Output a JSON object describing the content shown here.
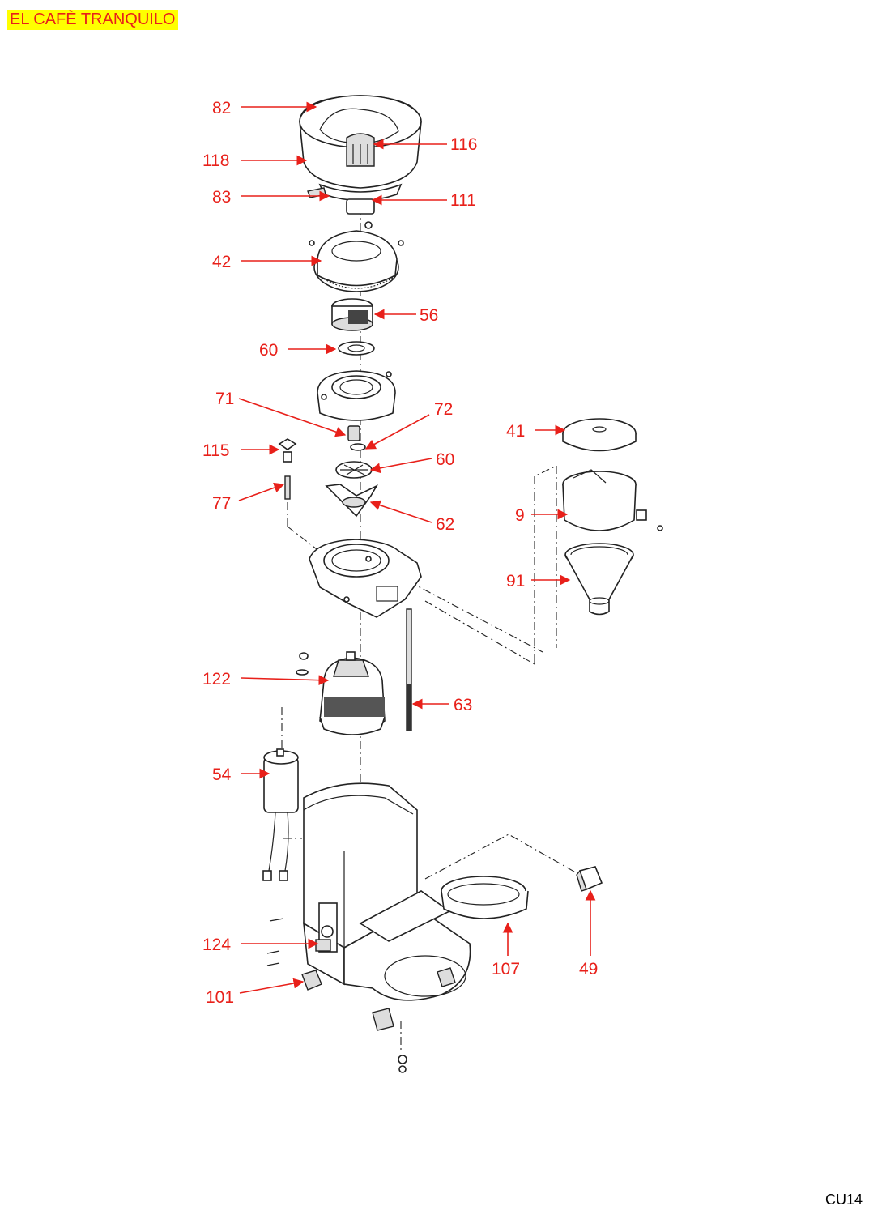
{
  "header": {
    "brand": "EL CAFÈ TRANQUILO"
  },
  "footer": {
    "page_code": "CU14"
  },
  "accent_color": "#e8201a",
  "brand_background": "#ffff00",
  "callouts": [
    {
      "id": "82",
      "label": "82"
    },
    {
      "id": "116",
      "label": "116"
    },
    {
      "id": "118",
      "label": "118"
    },
    {
      "id": "83",
      "label": "83"
    },
    {
      "id": "111",
      "label": "111"
    },
    {
      "id": "42",
      "label": "42"
    },
    {
      "id": "56",
      "label": "56"
    },
    {
      "id": "60a",
      "label": "60"
    },
    {
      "id": "71",
      "label": "71"
    },
    {
      "id": "72",
      "label": "72"
    },
    {
      "id": "41",
      "label": "41"
    },
    {
      "id": "115",
      "label": "115"
    },
    {
      "id": "60b",
      "label": "60"
    },
    {
      "id": "77",
      "label": "77"
    },
    {
      "id": "62",
      "label": "62"
    },
    {
      "id": "9",
      "label": "9"
    },
    {
      "id": "91",
      "label": "91"
    },
    {
      "id": "122",
      "label": "122"
    },
    {
      "id": "63",
      "label": "63"
    },
    {
      "id": "54",
      "label": "54"
    },
    {
      "id": "124",
      "label": "124"
    },
    {
      "id": "107",
      "label": "107"
    },
    {
      "id": "49",
      "label": "49"
    },
    {
      "id": "101",
      "label": "101"
    }
  ]
}
